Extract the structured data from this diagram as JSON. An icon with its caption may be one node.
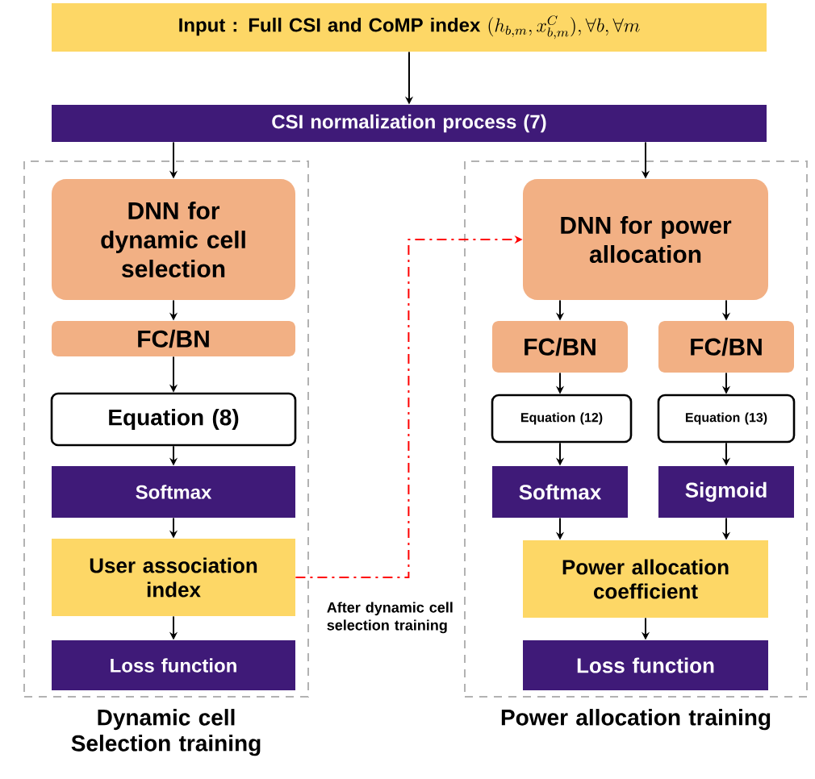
{
  "diagram": {
    "nodes": [
      {
        "text": [
          "Input : Full CSI and CoMP index",
          "(h_{b,m}, x^{C}_{b,m}),\\forall b,\\forall m"
        ]
      },
      {
        "text": [
          "CSI normalization process (7)"
        ]
      },
      {
        "text": [
          "Dynamic cell Selection training"
        ]
      },
      {
        "text": [
          "DNN for dynamic cell selection"
        ],
        "in": 2
      },
      {
        "text": [
          "FC/BN"
        ],
        "in": 2
      },
      {
        "text": [
          "Equation (8)"
        ],
        "in": 2
      },
      {
        "text": [
          "Softmax"
        ],
        "in": 2
      },
      {
        "text": [
          "User association index"
        ],
        "in": 2
      },
      {
        "text": [
          "Loss function"
        ],
        "in": 2
      },
      {
        "text": [
          "Power allocation training"
        ]
      },
      {
        "text": [
          "DNN for power allocation"
        ],
        "in": 9
      },
      {
        "text": [
          "FC/BN"
        ],
        "in": 9
      },
      {
        "text": [
          "FC/BN"
        ],
        "in": 9
      },
      {
        "text": [
          "Equation (12)"
        ],
        "in": 9
      },
      {
        "text": [
          "Equation (13)"
        ],
        "in": 9
      },
      {
        "text": [
          "Softmax"
        ],
        "in": 9
      },
      {
        "text": [
          "Sigmoid"
        ],
        "in": 9
      },
      {
        "text": [
          "Power allocation coefficient"
        ],
        "in": 9
      },
      {
        "text": [
          "Loss function"
        ],
        "in": 9
      }
    ],
    "edges": [
      {
        "from": 0,
        "to": 1,
        "arrow": "to"
      },
      {
        "from": 1,
        "to": 3,
        "arrow": "to"
      },
      {
        "from": 1,
        "to": 10,
        "arrow": "to"
      },
      {
        "from": 3,
        "to": 4,
        "arrow": "to"
      },
      {
        "from": 4,
        "to": 5,
        "arrow": "to"
      },
      {
        "from": 5,
        "to": 6,
        "arrow": "to"
      },
      {
        "from": 6,
        "to": 7,
        "arrow": "to"
      },
      {
        "from": 7,
        "to": 8,
        "arrow": "to"
      },
      {
        "from": 7,
        "to": 10,
        "arrow": "to",
        "label": "After dynamic cell selection training",
        "style": "dashed",
        "color": "#ff0000"
      },
      {
        "from": 10,
        "to": 11,
        "arrow": "to"
      },
      {
        "from": 10,
        "to": 12,
        "arrow": "to"
      },
      {
        "from": 11,
        "to": 13,
        "arrow": "to"
      },
      {
        "from": 12,
        "to": 14,
        "arrow": "to"
      },
      {
        "from": 13,
        "to": 15,
        "arrow": "to"
      },
      {
        "from": 14,
        "to": 16,
        "arrow": "to"
      },
      {
        "from": 15,
        "to": 17,
        "arrow": "to"
      },
      {
        "from": 16,
        "to": 17,
        "arrow": "to"
      },
      {
        "from": 17,
        "to": 18,
        "arrow": "to"
      }
    ]
  }
}
